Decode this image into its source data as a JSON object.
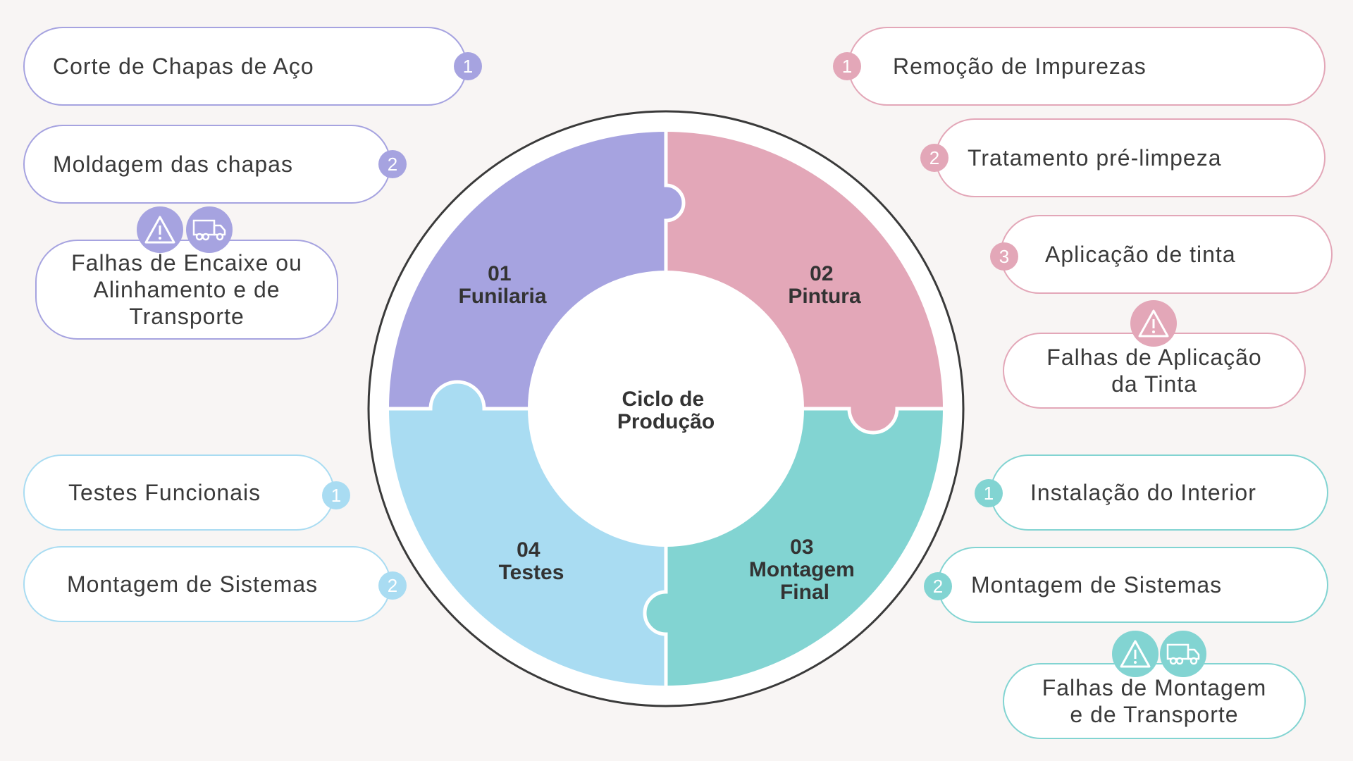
{
  "center_label": [
    "Ciclo de",
    "Produção"
  ],
  "quadrants": {
    "q1": {
      "number": "01",
      "name": "Funilaria"
    },
    "q2": {
      "number": "02",
      "name": "Pintura"
    },
    "q3": {
      "number": "03",
      "name_line1": "Montagem",
      "name_line2": "Final"
    },
    "q4": {
      "number": "04",
      "name": "Testes"
    }
  },
  "funilaria": {
    "step1": {
      "badge": "1",
      "label": "Corte de Chapas de Aço"
    },
    "step2": {
      "badge": "2",
      "label": "Moldagem das chapas"
    },
    "failure": {
      "line1": "Falhas de Encaixe ou",
      "line2": "Alinhamento e de",
      "line3": "Transporte",
      "icons": [
        "warning-icon",
        "truck-icon"
      ]
    }
  },
  "pintura": {
    "step1": {
      "badge": "1",
      "label": "Remoção de Impurezas"
    },
    "step2": {
      "badge": "2",
      "label": "Tratamento pré-limpeza"
    },
    "step3": {
      "badge": "3",
      "label": "Aplicação de tinta"
    },
    "failure": {
      "line1": "Falhas de Aplicação",
      "line2": "da Tinta",
      "icons": [
        "warning-icon"
      ]
    }
  },
  "testes": {
    "step1": {
      "badge": "1",
      "label": "Testes Funcionais"
    },
    "step2": {
      "badge": "2",
      "label": "Montagem de Sistemas"
    }
  },
  "montagem": {
    "step1": {
      "badge": "1",
      "label": "Instalação do Interior"
    },
    "step2": {
      "badge": "2",
      "label": "Montagem de Sistemas"
    },
    "failure": {
      "line1": "Falhas de Montagem",
      "line2": "e de Transporte",
      "icons": [
        "warning-icon",
        "truck-icon"
      ]
    }
  },
  "colors": {
    "funilaria": "#a6a3e0",
    "pintura": "#e3a7b8",
    "montagem": "#82d4d2",
    "testes": "#a9dcf2",
    "background": "#f8f5f4"
  }
}
